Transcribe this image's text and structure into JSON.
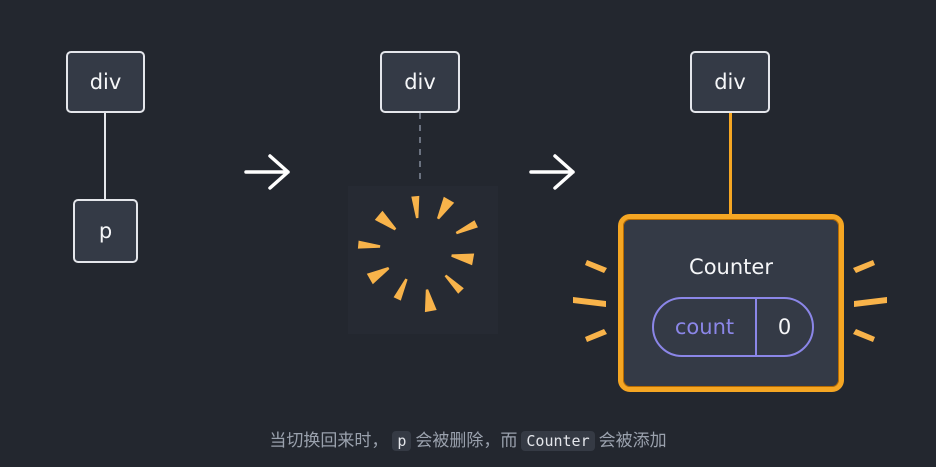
{
  "diagram": {
    "step1": {
      "parent_label": "div",
      "child_label": "p"
    },
    "step2": {
      "parent_label": "div"
    },
    "step3": {
      "parent_label": "div",
      "component_label": "Counter",
      "state_name": "count",
      "state_value": "0"
    },
    "colors": {
      "background": "#23272f",
      "node_fill": "#343a46",
      "node_border": "#e4e6eb",
      "highlight": "#f5a623",
      "state": "#8b86e8",
      "burst": "#f8b34a"
    }
  },
  "caption": {
    "part1": "当切换回来时，",
    "code1": "p",
    "part2": "会被删除，而",
    "code2": "Counter",
    "part3": "会被添加"
  }
}
